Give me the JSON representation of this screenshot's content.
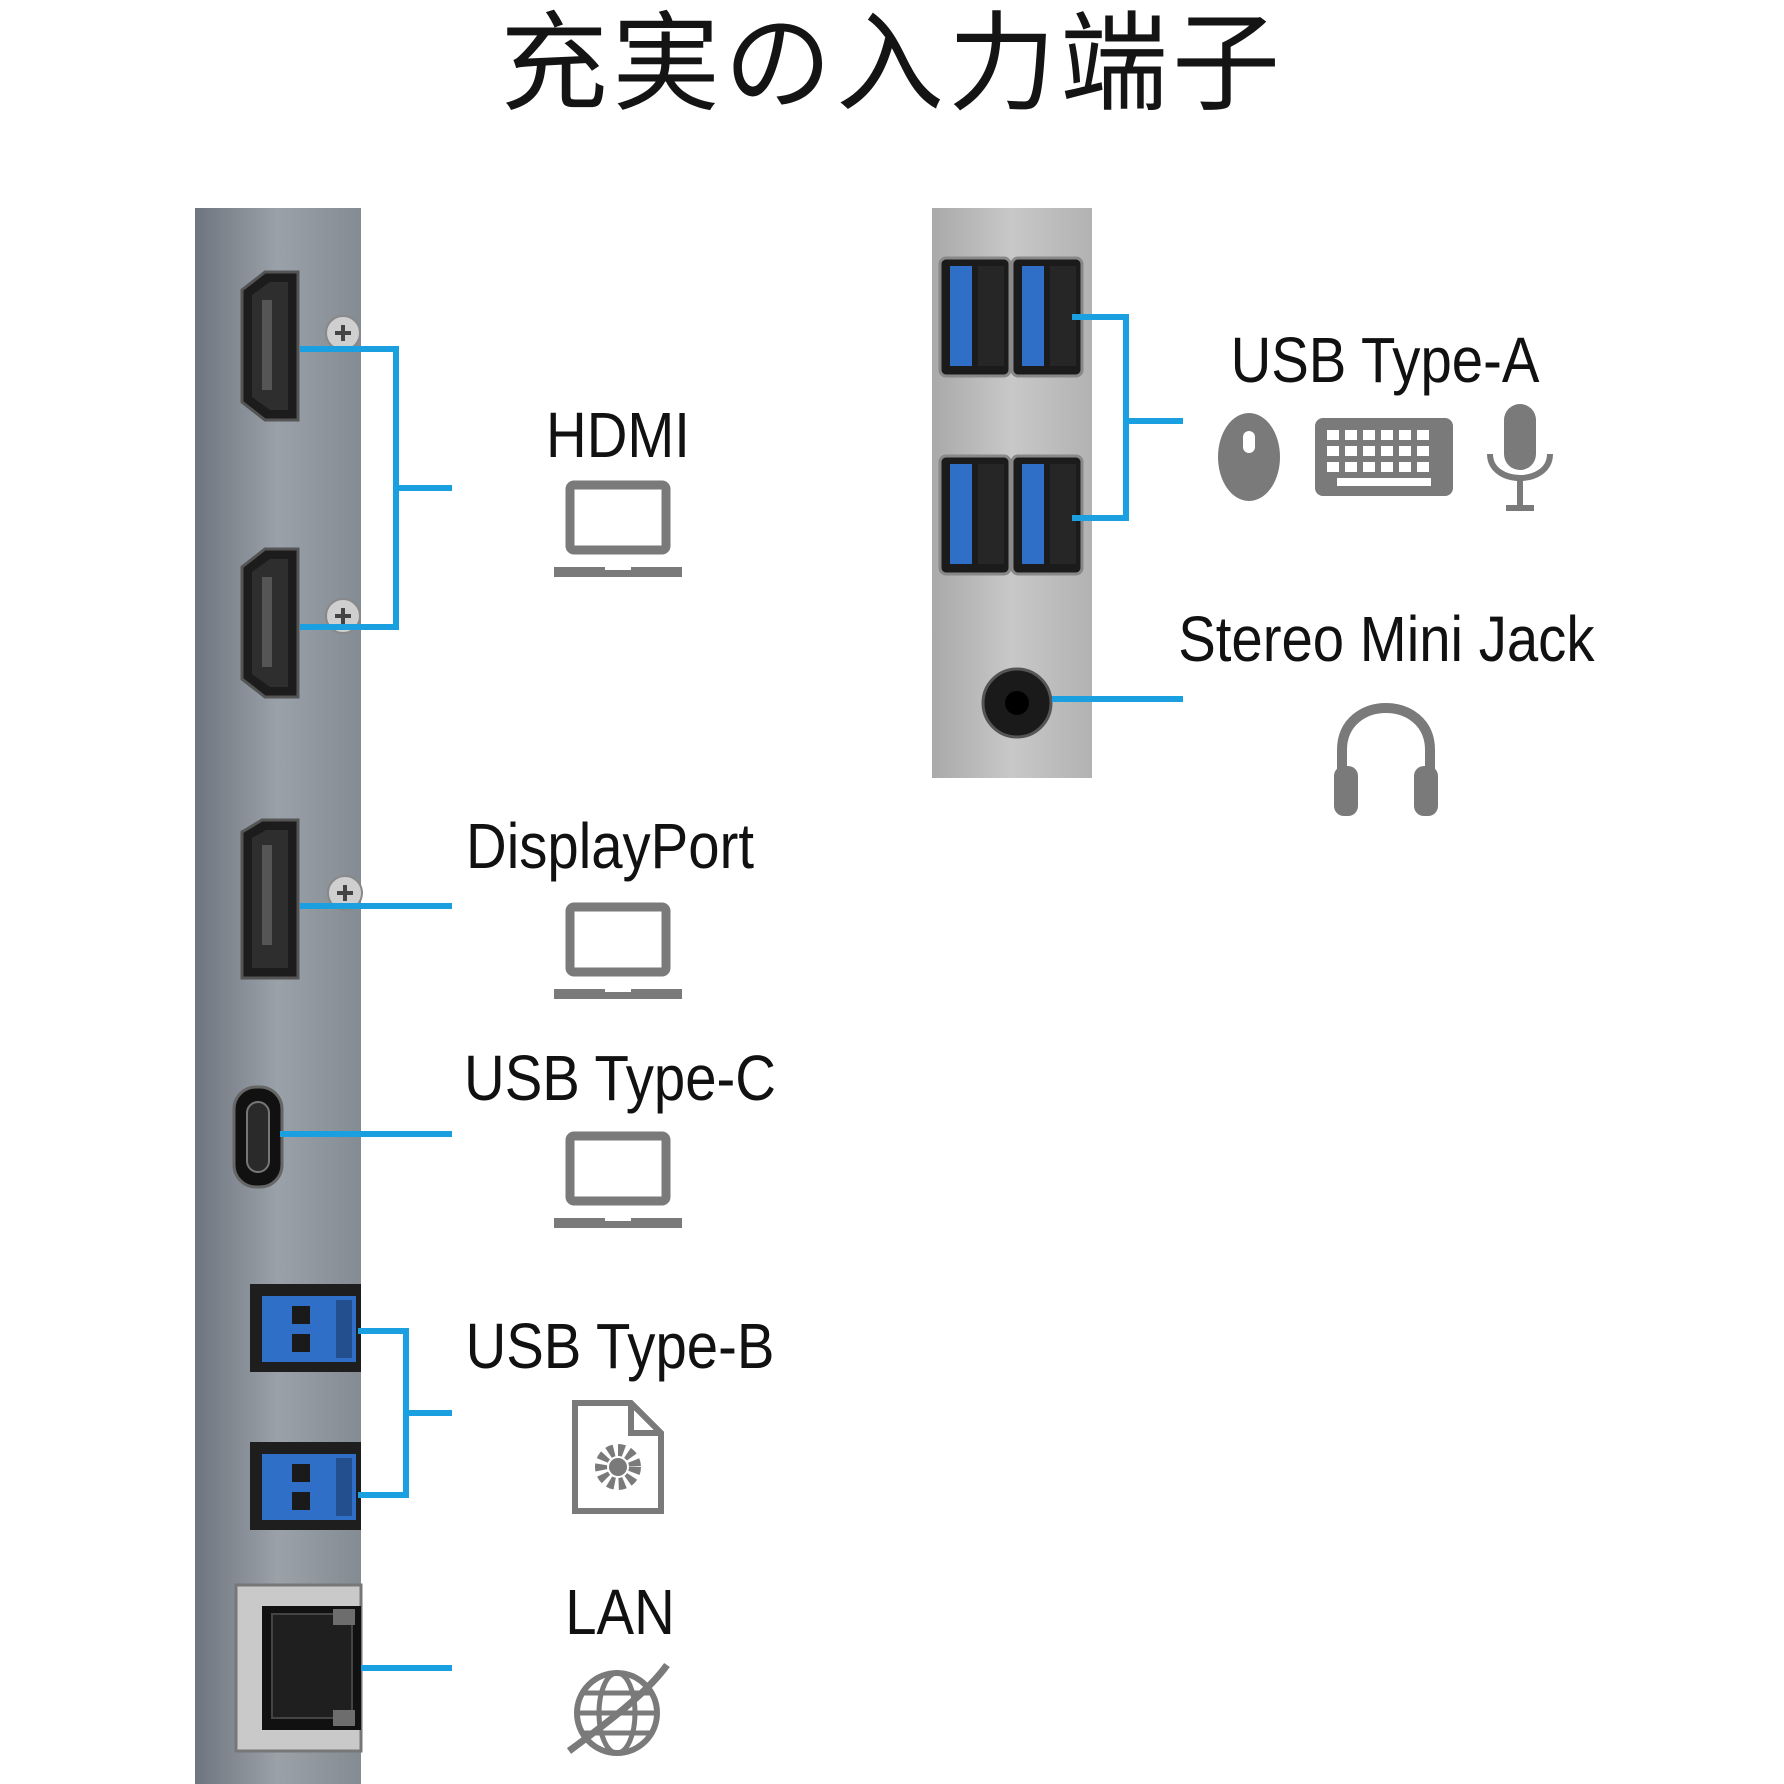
{
  "title": "充実の入力端子",
  "ports": {
    "hdmi": {
      "label": "HDMI",
      "icon": "laptop-icon"
    },
    "displayport": {
      "label": "DisplayPort",
      "icon": "laptop-icon"
    },
    "usb_c": {
      "label": "USB Type-C",
      "icon": "laptop-icon"
    },
    "usb_b": {
      "label": "USB Type-B",
      "icon": "file-settings-icon"
    },
    "lan": {
      "label": "LAN",
      "icon": "globe-icon"
    },
    "usb_a": {
      "label": "USB Type-A",
      "icons": [
        "mouse-icon",
        "keyboard-icon",
        "microphone-icon"
      ]
    },
    "stereo": {
      "label": "Stereo Mini Jack",
      "icon": "headphones-icon"
    }
  },
  "colors": {
    "connector_line": "#1aa0e0",
    "panel": "#8d949c",
    "panel_right": "#bdbdbd",
    "icon": "#7a7a7a",
    "usb_blue": "#2f6fc7"
  }
}
